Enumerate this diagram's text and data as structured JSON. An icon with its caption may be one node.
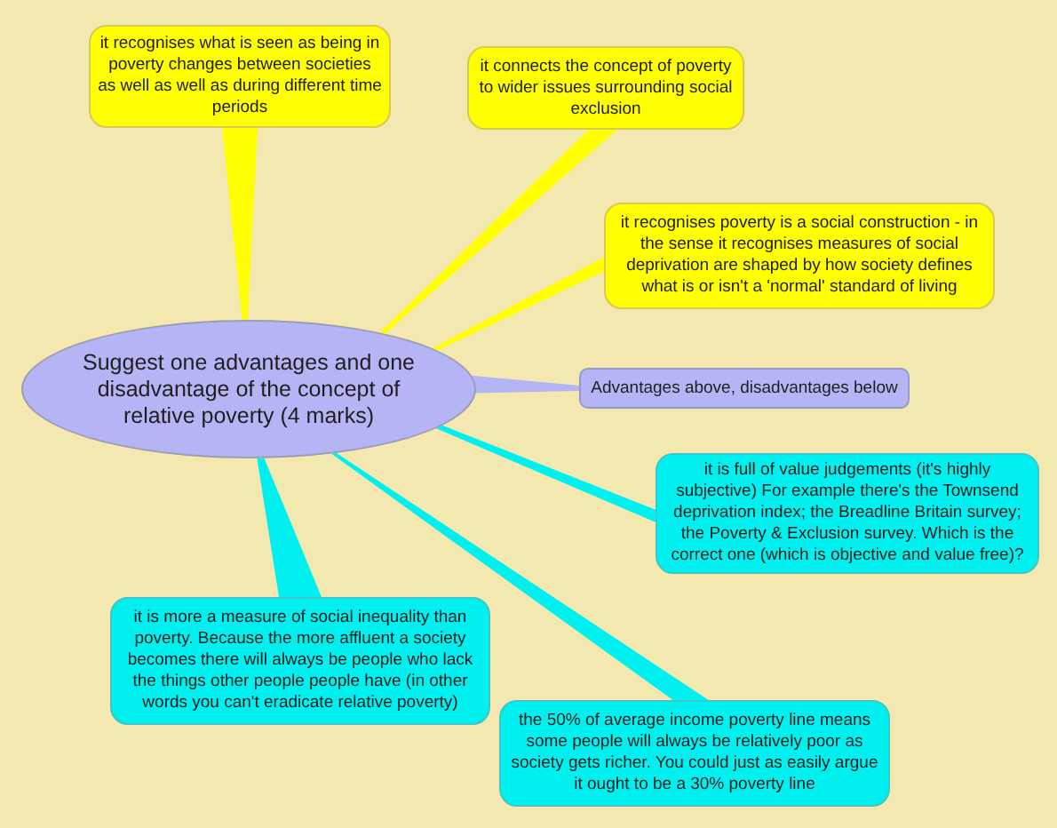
{
  "diagram": {
    "nodes": [
      {
        "text": [
          "it recognises what is seen as being in poverty changes between societies as well as well as during different time periods"
        ]
      },
      {
        "text": [
          "it connects the concept of poverty to wider issues surrounding social exclusion"
        ]
      },
      {
        "text": [
          "it recognises poverty is a social construction - in the sense it recognises measures of social deprivation are shaped by how society defines what is or isn't a 'normal' standard of living"
        ]
      },
      {
        "text": [
          "Suggest one advantages and one disadvantage of the concept of relative poverty (4 marks)"
        ]
      },
      {
        "text": [
          "Advantages above, disadvantages below"
        ]
      },
      {
        "text": [
          "it is full of value judgements (it's highly subjective) For example there's the Townsend deprivation index; the Breadline Britain survey; the Poverty & Exclusion survey. Which is the correct one (which is objective and value free)?"
        ]
      },
      {
        "text": [
          "it is more a measure of social inequality than poverty. Because the more affluent a society becomes there will always be people who lack the things other people people have (in other words you can't eradicate relative poverty)"
        ]
      },
      {
        "text": [
          "the 50% of average income poverty line means some people will always be relatively poor as society gets richer. You could just as easily argue it ought to be a 30% poverty line"
        ]
      }
    ],
    "edges": [
      {
        "from": 3,
        "to": 0,
        "arrow": "none",
        "color": "#ffff00"
      },
      {
        "from": 3,
        "to": 1,
        "arrow": "none",
        "color": "#ffff00"
      },
      {
        "from": 3,
        "to": 2,
        "arrow": "none",
        "color": "#ffff00"
      },
      {
        "from": 3,
        "to": 4,
        "arrow": "none",
        "color": "#b5b5f6"
      },
      {
        "from": 3,
        "to": 5,
        "arrow": "none",
        "color": "#00f0f0"
      },
      {
        "from": 3,
        "to": 6,
        "arrow": "none",
        "color": "#00f0f0"
      },
      {
        "from": 3,
        "to": 7,
        "arrow": "none",
        "color": "#00f0f0"
      }
    ]
  }
}
